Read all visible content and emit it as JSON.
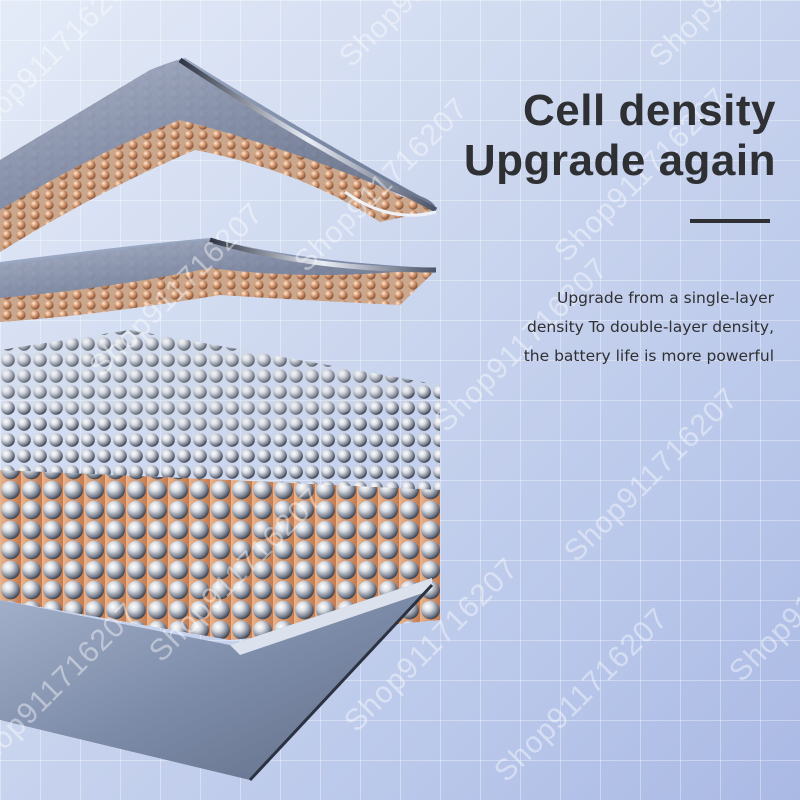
{
  "headline": {
    "line1": "Cell density",
    "line2": "Upgrade again"
  },
  "description": {
    "line1": "Upgrade from a single-layer",
    "line2": "density To double-layer density,",
    "line3": "the battery life is more powerful"
  },
  "watermark": {
    "text": "Shop911716207"
  },
  "colors": {
    "text": "#2f3033",
    "background": "#c6d3ee",
    "sheet": "#8b9ab6",
    "sphere_silver": "#d8dade",
    "sphere_copper": "#d8946a"
  }
}
